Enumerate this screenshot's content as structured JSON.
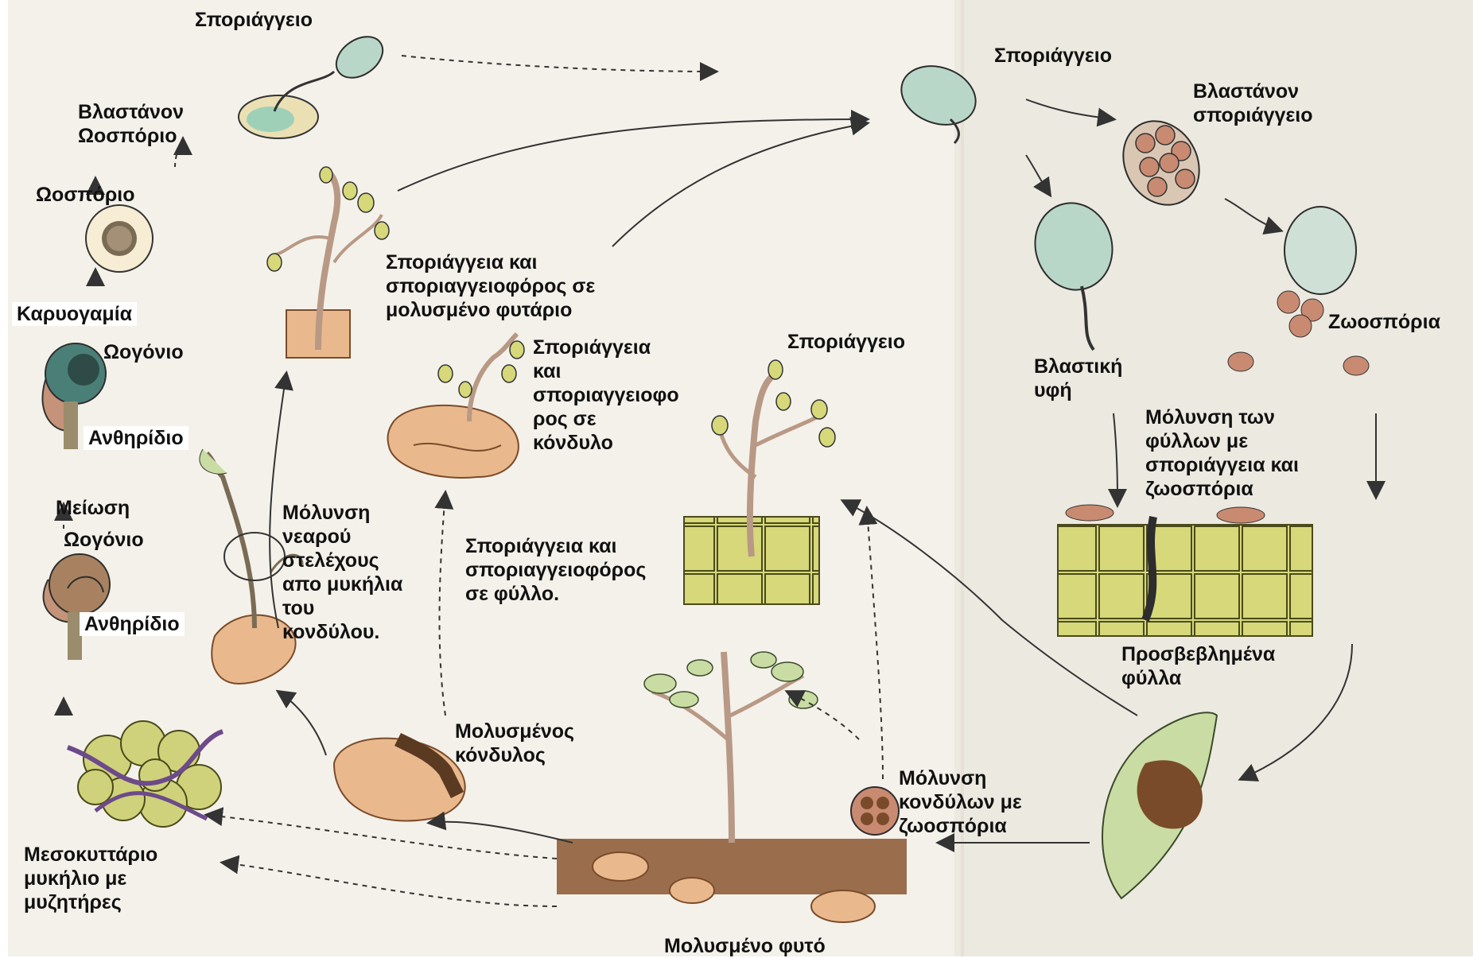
{
  "colors": {
    "background": "#ffffff",
    "page_left": "#f4f1ea",
    "page_right": "#ece9e0",
    "tuber": "#e9b98d",
    "tuber_dark": "#7a4b2a",
    "cell": "#d6d87a",
    "cell_outline": "#4a4a1a",
    "sporangium": "#b9d7c9",
    "sporangium_outline": "#2d2d2d",
    "zoospore": "#c98a72",
    "soil": "#9a6e4c",
    "leaf": "#c9dca3",
    "arrow": "#333333",
    "label_bg": "#ffffff",
    "text": "#111111"
  },
  "icons": [
    "sporangium-icon",
    "zoospore-icon",
    "oospore-icon",
    "oogonium-icon",
    "antheridium-icon",
    "tuber-icon",
    "leaf-icon",
    "plant-icon",
    "hyphae-icon",
    "cell-layer-icon",
    "arrow-icon"
  ],
  "labels": {
    "sporangium_top_left": "Σποριάγγειο",
    "germinating_oospore": "Βλαστάνον\nΩοσπόριο",
    "oospore": "Ωοσπόριο",
    "karyogamy": "Καρυογαμία",
    "oogonium_1": "Ωογόνιο",
    "antheridium_1": "Ανθηρίδιο",
    "meiosis": "Μείωση",
    "oogonium_2": "Ωογόνιο",
    "antheridium_2": "Ανθηρίδιο",
    "mycelium_haustoria": "Μεσοκυττάριο\nμυκήλιο με\nμυζητήρες",
    "sporangia_seedling": "Σποριάγγεια και\nσποριαγγειοφόρος σε\nμολυσμένο φυτάριο",
    "sporangia_tuber": "Σποριάγγεια\nκαι\nσποριαγγειοφο\nρος σε\nκόνδυλο",
    "young_stem_infection": "Μόλυνση\nνεαρού\nστελέχους\nαπο μυκήλια\nτου\nκονδύλου.",
    "sporangia_leaf": "Σποριάγγεια και\nσποριαγγειοφόρος\nσε φύλλο.",
    "sporangium_center": "Σποριάγγειο",
    "infected_tuber": "Μολυσμένος\nκόνδυλος",
    "infected_plant": "Μολυσμένο φυτό",
    "tuber_zoospore_infection": "Μόλυνση\nκονδύλων με\nζωοσπόρια",
    "sporangium_top_right": "Σποριάγγειο",
    "germinating_sporangium": "Βλαστάνον\nσποριάγγειο",
    "germ_tube": "Βλαστική\nυφή",
    "zoospores": "Ζωοσπόρια",
    "leaf_infection": "Μόλυνση των\nφύλλων με\nσποριάγγεια και\nζωοσπόρια",
    "affected_leaves": "Προσβεβλημένα\nφύλλα"
  }
}
